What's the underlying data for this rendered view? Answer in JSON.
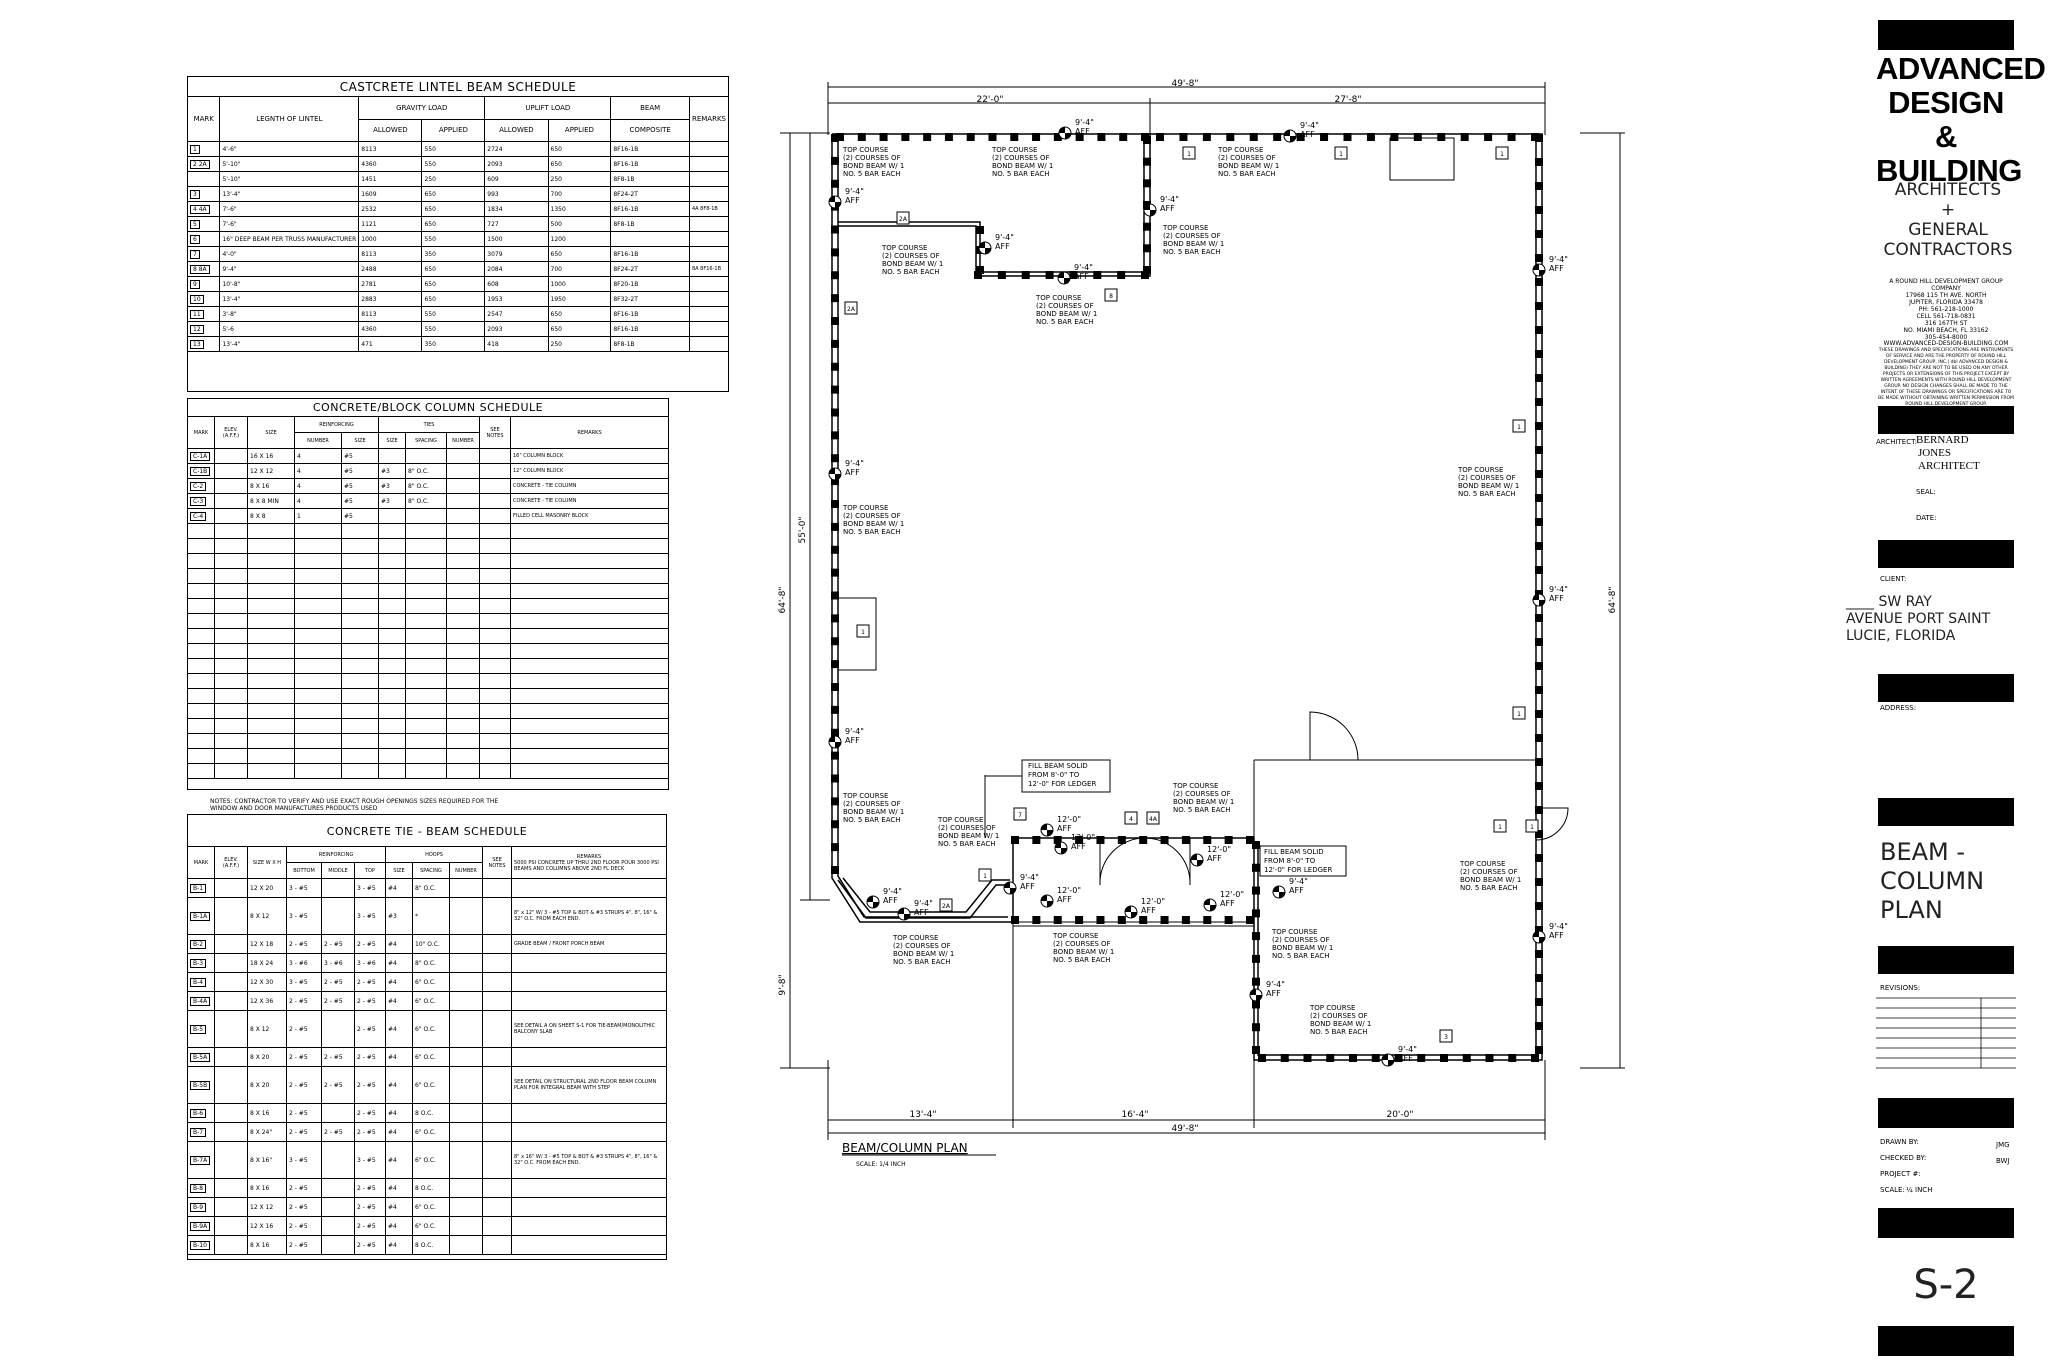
{
  "lintel_schedule": {
    "title": "CASTCRETE LINTEL BEAM SCHEDULE",
    "headers": {
      "mark": "MARK",
      "length": "LEGNTH OF LINTEL",
      "gravity": "GRAVITY LOAD",
      "uplift": "UPLIFT LOAD",
      "allowed": "ALLOWED",
      "applied": "APPLIED",
      "beam": "BEAM",
      "composite": "COMPOSITE",
      "remarks": "REMARKS"
    },
    "rows": [
      [
        "1",
        "4'-6\"",
        "8113",
        "550",
        "2724",
        "650",
        "8F16-1B",
        ""
      ],
      [
        "2  2A",
        "5'-10\"",
        "4360",
        "550",
        "2093",
        "650",
        "8F16-1B",
        ""
      ],
      [
        "",
        "5'-10\"",
        "1451",
        "250",
        "609",
        "250",
        "8F8-1B",
        ""
      ],
      [
        "3",
        "13'-4\"",
        "1609",
        "650",
        "993",
        "700",
        "8F24-2T",
        ""
      ],
      [
        "4  4A",
        "7'-6\"",
        "2532",
        "650",
        "1834",
        "1350",
        "8F16-1B",
        "4A  8F8-1B"
      ],
      [
        "5",
        "7'-6\"",
        "1121",
        "650",
        "727",
        "500",
        "8F8-1B",
        ""
      ],
      [
        "6",
        "16\" DEEP BEAM PER TRUSS MANUFACTURER",
        "1000",
        "550",
        "1500",
        "1200",
        "",
        ""
      ],
      [
        "7",
        "4'-0\"",
        "8113",
        "350",
        "3079",
        "650",
        "8F16-1B",
        ""
      ],
      [
        "8  8A",
        "9'-4\"",
        "2488",
        "650",
        "2084",
        "700",
        "8F24-2T",
        "8A  8F16-1B"
      ],
      [
        "9",
        "10'-8\"",
        "2781",
        "650",
        "608",
        "1000",
        "8F20-1B",
        ""
      ],
      [
        "10",
        "13'-4\"",
        "2883",
        "650",
        "1953",
        "1950",
        "8F32-2T",
        ""
      ],
      [
        "11",
        "3'-8\"",
        "8113",
        "550",
        "2547",
        "650",
        "8F16-1B",
        ""
      ],
      [
        "12",
        "5'-6",
        "4360",
        "550",
        "2093",
        "650",
        "8F16-1B",
        ""
      ],
      [
        "13",
        "13'-4\"",
        "471",
        "350",
        "418",
        "250",
        "8F8-1B",
        ""
      ]
    ]
  },
  "column_schedule": {
    "title": "CONCRETE/BLOCK COLUMN SCHEDULE",
    "headers": {
      "mark": "MARK",
      "elev": "ELEV. (A.F.F.)",
      "size": "SIZE",
      "reinforcing": "REINFORCING",
      "ties": "TIES",
      "number": "NUMBER",
      "size2": "SIZE",
      "size3": "SIZE",
      "spacing": "SPACING",
      "number2": "NUMBER",
      "see_notes": "SEE NOTES",
      "remarks": "REMARKS"
    },
    "rows": [
      [
        "C-1A",
        "",
        "16 X 16",
        "4",
        "#5",
        "",
        "",
        "",
        "",
        "16\" COLUMN BLOCK"
      ],
      [
        "C-1B",
        "",
        "12 X 12",
        "4",
        "#5",
        "#3",
        "8\" O.C.",
        "",
        "",
        "12\" COLUMN BLOCK"
      ],
      [
        "C-2",
        "",
        "8 X 16",
        "4",
        "#5",
        "#3",
        "8\" O.C.",
        "",
        "",
        "CONCRETE - TIE COLUMN"
      ],
      [
        "C-3",
        "",
        "8 X 8 MIN",
        "4",
        "#5",
        "#3",
        "8\" O.C.",
        "",
        "",
        "CONCRETE - TIE COLUMN"
      ],
      [
        "C-4",
        "",
        "8 X 8",
        "1",
        "#5",
        "",
        "",
        "",
        "",
        "FILLED CELL MASONRY BLOCK"
      ]
    ],
    "notes": "NOTES: CONTRACTOR TO VERIFY AND USE EXACT ROUGH OPENINGS SIZES REQUIRED FOR THE WINDOW AND DOOR MANUFACTURES PRODUCTS USED"
  },
  "tie_beam_schedule": {
    "title": "CONCRETE TIE - BEAM SCHEDULE",
    "headers": {
      "mark": "MARK",
      "elev": "ELEV. (A.F.F.)",
      "size": "SIZE W X H",
      "reinforcing": "REINFORCING",
      "hoops": "HOOPS",
      "bottom": "BOTTOM",
      "middle": "MIDDLE",
      "top": "TOP",
      "hsize": "SIZE",
      "spacing": "SPACING",
      "number": "NUMBER",
      "see_notes": "SEE NOTES",
      "remarks": "REMARKS",
      "remarks_note": "5000 PSI CONCRETE UP THRU 2ND FLOOR POUR 3000 PSI BEAMS AND COLUMNS ABOVE 2ND FL DECK"
    },
    "rows": [
      [
        "B-1",
        "",
        "12 X 20",
        "3 - #5",
        "",
        "3 - #5",
        "#4",
        "8\" O.C.",
        "",
        "",
        ""
      ],
      [
        "B-1A",
        "",
        "8 X 12",
        "3 - #5",
        "",
        "3 - #5",
        "#3",
        "*",
        "",
        "",
        "8\" x 12\" W/ 3 - #5 TOP & BOT & #3 STRUPS 4\", 8\", 16\" & 32\" O.C. FROM EACH END."
      ],
      [
        "B-2",
        "",
        "12 X 18",
        "2 - #5",
        "2 - #5",
        "2 - #5",
        "#4",
        "10\" O.C.",
        "",
        "",
        "GRADE BEAM / FRONT PORCH BEAM"
      ],
      [
        "B-3",
        "",
        "18 X 24",
        "3 - #6",
        "3 - #6",
        "3 - #6",
        "#4",
        "8\" O.C.",
        "",
        "",
        ""
      ],
      [
        "B-4",
        "",
        "12 X 30",
        "3 - #5",
        "2 - #5",
        "2 - #5",
        "#4",
        "6\" O.C.",
        "",
        "",
        ""
      ],
      [
        "B-4A",
        "",
        "12 X 36",
        "2 - #5",
        "2 - #5",
        "2 - #5",
        "#4",
        "6\" O.C.",
        "",
        "",
        ""
      ],
      [
        "B-5",
        "",
        "8 X 12",
        "2 - #5",
        "",
        "2 - #5",
        "#4",
        "6\" O.C.",
        "",
        "",
        "SEE DETAIL A ON SHEET S-1 FOR TIE-BEAM/MONOLITHIC BALCONY SLAB"
      ],
      [
        "B-5A",
        "",
        "8 X 20",
        "2 - #5",
        "2 - #5",
        "2 - #5",
        "#4",
        "6\" O.C.",
        "",
        "",
        ""
      ],
      [
        "B-5B",
        "",
        "8 X 20",
        "2 - #5",
        "2 - #5",
        "2 - #5",
        "#4",
        "6\" O.C.",
        "",
        "",
        "SEE DETAIL ON STRUCTURAL 2ND FLOOR BEAM COLUMN PLAN FOR INTEGRAL BEAM WITH STEP"
      ],
      [
        "B-6",
        "",
        "8 X 16",
        "2 - #5",
        "",
        "2 - #5",
        "#4",
        "8 O.C.",
        "",
        "",
        ""
      ],
      [
        "B-7",
        "",
        "8 X 24\"",
        "2 - #5",
        "2 - #5",
        "2 - #5",
        "#4",
        "6\" O.C.",
        "",
        "",
        ""
      ],
      [
        "B-7A",
        "",
        "8 X 16\"",
        "3 - #5",
        "",
        "3 - #5",
        "#4",
        "6\" O.C.",
        "",
        "",
        "8\" x 16\" W/ 3 - #5 TOP & BOT & #3 STRUPS 4\", 8\", 16\" & 32\" O.C. FROM EACH END."
      ],
      [
        "B-8",
        "",
        "8 X 16",
        "2 - #5",
        "",
        "2 - #5",
        "#4",
        "8 O.C.",
        "",
        "",
        ""
      ],
      [
        "B-9",
        "",
        "12 X 12",
        "2 - #5",
        "",
        "2 - #5",
        "#4",
        "6\" O.C.",
        "",
        "",
        ""
      ],
      [
        "B-9A",
        "",
        "12 X 16",
        "2 - #5",
        "",
        "2 - #5",
        "#4",
        "6\" O.C.",
        "",
        "",
        ""
      ],
      [
        "B-10",
        "",
        "8 X 16",
        "2 - #5",
        "",
        "2 - #5",
        "#4",
        "8 O.C.",
        "",
        "",
        ""
      ]
    ]
  },
  "plan": {
    "title": "BEAM/COLUMN PLAN",
    "scale": "SCALE: 1/4 INCH",
    "dims": {
      "top_total": "49'-8\"",
      "top_left": "22'-0\"",
      "top_right": "27'-8\"",
      "bottom_total": "49'-8\"",
      "bottom_a": "13'-4\"",
      "bottom_b": "16'-4\"",
      "bottom_c": "20'-0\"",
      "left_55": "55'-0\"",
      "left_64": "64'-8\"",
      "left_98": "9'-8\"",
      "right_64": "64'-8\""
    },
    "bond_note": [
      "TOP COURSE",
      "(2) COURSES OF",
      "BOND BEAM W/ 1",
      "NO. 5 BAR EACH"
    ],
    "fill_note_1": [
      "FILL BEAM SOLID",
      "FROM 8'-0\" TO",
      "12'-0\" FOR LEDGER"
    ],
    "fill_note_2": [
      "FILL BEAM SOLID",
      "FROM 8'-0\" TO",
      "12'-0\" FOR LEDGER"
    ],
    "elev_94": "9'-4\"",
    "elev_120": "12'-0\"",
    "aff": "AFF",
    "tags": [
      "1",
      "2A",
      "2A",
      "1",
      "1",
      "1",
      "1",
      "1",
      "8",
      "7",
      "4",
      "4A",
      "1",
      "2A",
      "1",
      "3",
      "1"
    ]
  },
  "title_block": {
    "firm": [
      "ADVANCED",
      "DESIGN &",
      "BUILDING"
    ],
    "sub1": "ARCHITECTS",
    "plus": "+",
    "sub2": "GENERAL",
    "sub3": "CONTRACTORS",
    "address_lines": [
      "A ROUND HILL DEVELOPMENT GROUP COMPANY",
      "17968 115 TH AVE. NORTH",
      "JUPITER, FLORIDA  33478",
      "PH: 561-218-1000",
      "CELL 561-718-0831",
      "316 167TH ST",
      "NO. MIAMI BEACH, FL 33162",
      "305-454-8000"
    ],
    "website": "WWW.ADVANCED-DESIGN-BUILDING.COM",
    "legal": "THESE DRAWINGS AND SPECIFICATIONS ARE INSTRUMENTS OF SERVICE AND ARE THE PROPERTY OF ROUND HILL DEVELOPMENT GROUP, INC.( dbl ADVANCED DESIGN & BUILDING) THEY ARE NOT TO BE USED ON ANY OTHER PROJECTS OR EXTENSIONS OF THIS PROJECT EXCEPT BY WRITTEN AGREEMENTS WITH ROUND HILL DEVELOPMENT GROUP. NO DESIGN CHANGES SHALL BE MADE TO THE INTENT OF THESE DRAWINGS OR SPECIFICATIONS ARE TO BE MADE WITHOUT OBTAINING WRITTEN PERMISSION FROM ROUND HILL DEVELOPMENT GROUP.",
    "architect_label": "ARCHITECT:",
    "architect": [
      "BERNARD",
      "JONES",
      "ARCHITECT"
    ],
    "seal": "SEAL:",
    "date": "DATE:",
    "client": "CLIENT:",
    "client_address": [
      "____ SW RAY",
      "AVENUE PORT SAINT",
      "LUCIE, FLORIDA"
    ],
    "address_label": "ADDRESS:",
    "sheet_title": [
      "BEAM -",
      "COLUMN",
      "PLAN"
    ],
    "revisions": "REVISIONS:",
    "drawn_by_label": "DRAWN BY:",
    "drawn_by": "JMG",
    "checked_by_label": "CHECKED BY:",
    "checked_by": "BWJ",
    "project_label": "PROJECT #:",
    "scale_label": "SCALE:",
    "scale": "¼ INCH",
    "sheet_no": "S-2"
  }
}
